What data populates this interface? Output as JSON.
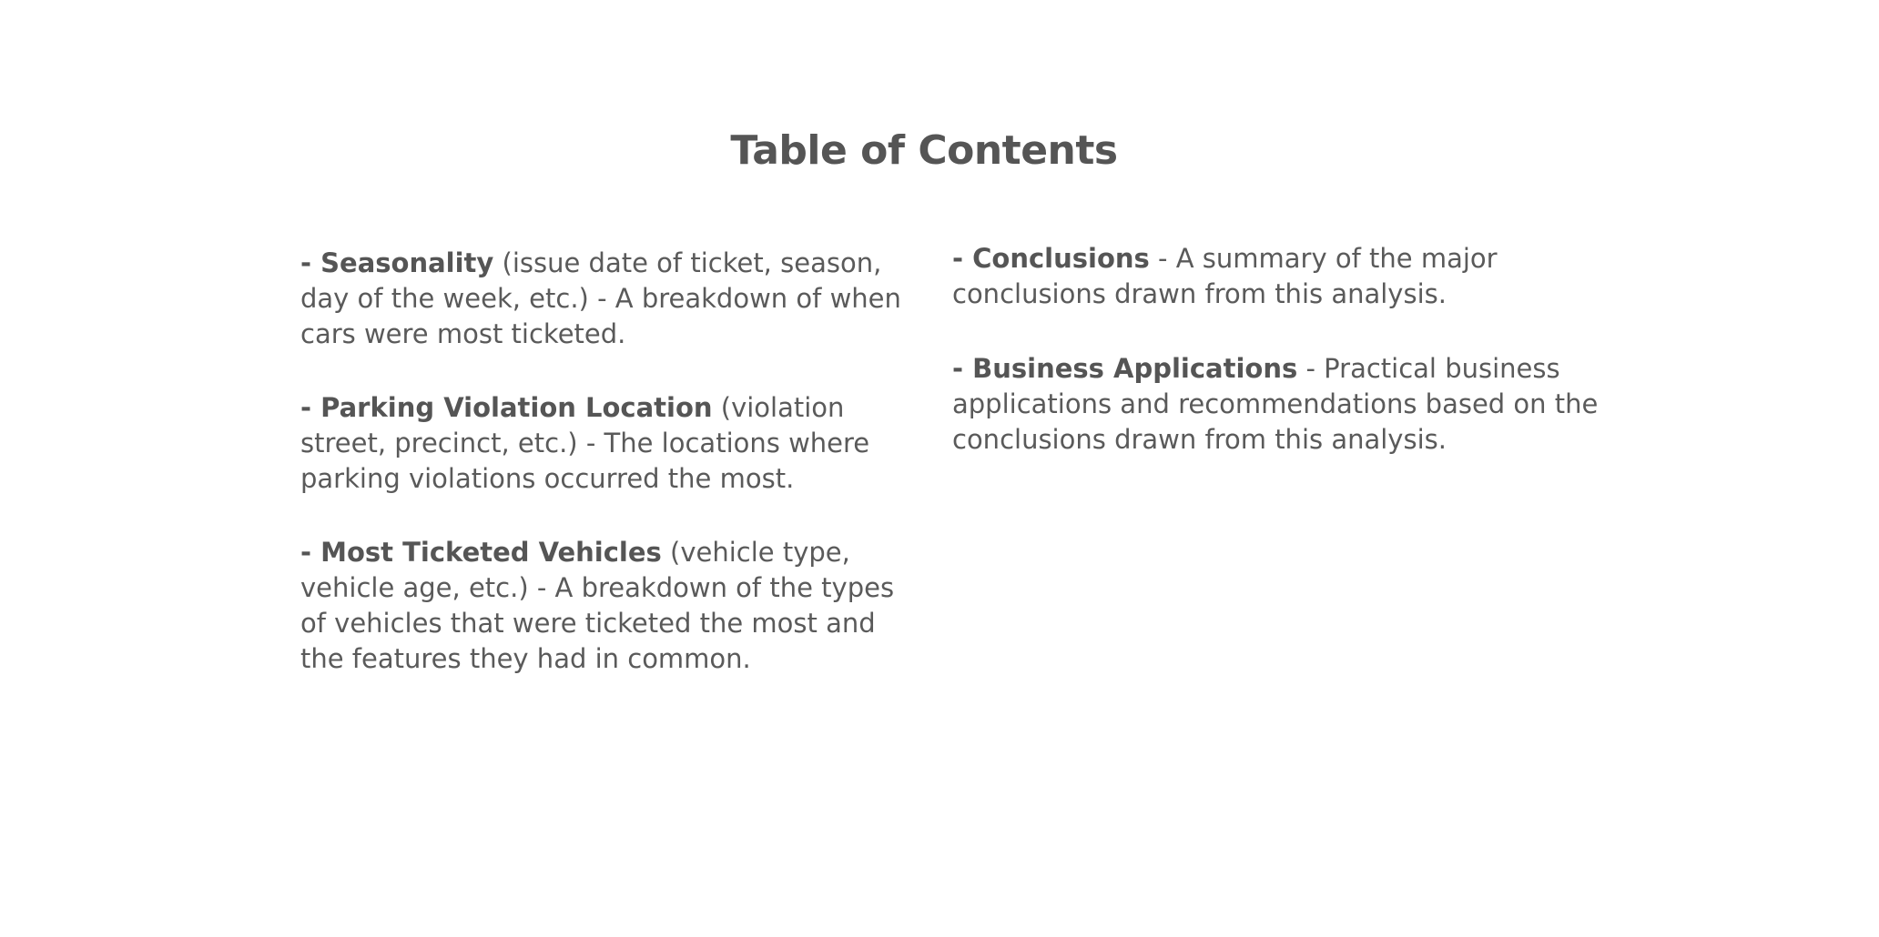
{
  "page": {
    "title": "Table of Contents"
  },
  "left_column": [
    {
      "dash": "- ",
      "heading": "Seasonality",
      "qualifier": " (issue date of ticket, season, day of the week, etc.)",
      "description": " - A breakdown of when cars were most ticketed."
    },
    {
      "dash": "- ",
      "heading": "Parking Violation Location",
      "qualifier": " (violation street, precinct, etc.)",
      "description": " - The locations where parking violations occurred the most."
    },
    {
      "dash": "- ",
      "heading": "Most Ticketed Vehicles",
      "qualifier": " (vehicle type, vehicle age, etc.)",
      "description": " - A breakdown of the types of vehicles that were ticketed the most and the features they had in common."
    }
  ],
  "right_column": [
    {
      "dash": "- ",
      "heading": "Conclusions",
      "description": " - A summary of the major conclusions drawn from this analysis."
    },
    {
      "dash": "- ",
      "heading": "Business Applications",
      "description": " - Practical business applications and recommendations based on the conclusions drawn from this analysis."
    }
  ]
}
